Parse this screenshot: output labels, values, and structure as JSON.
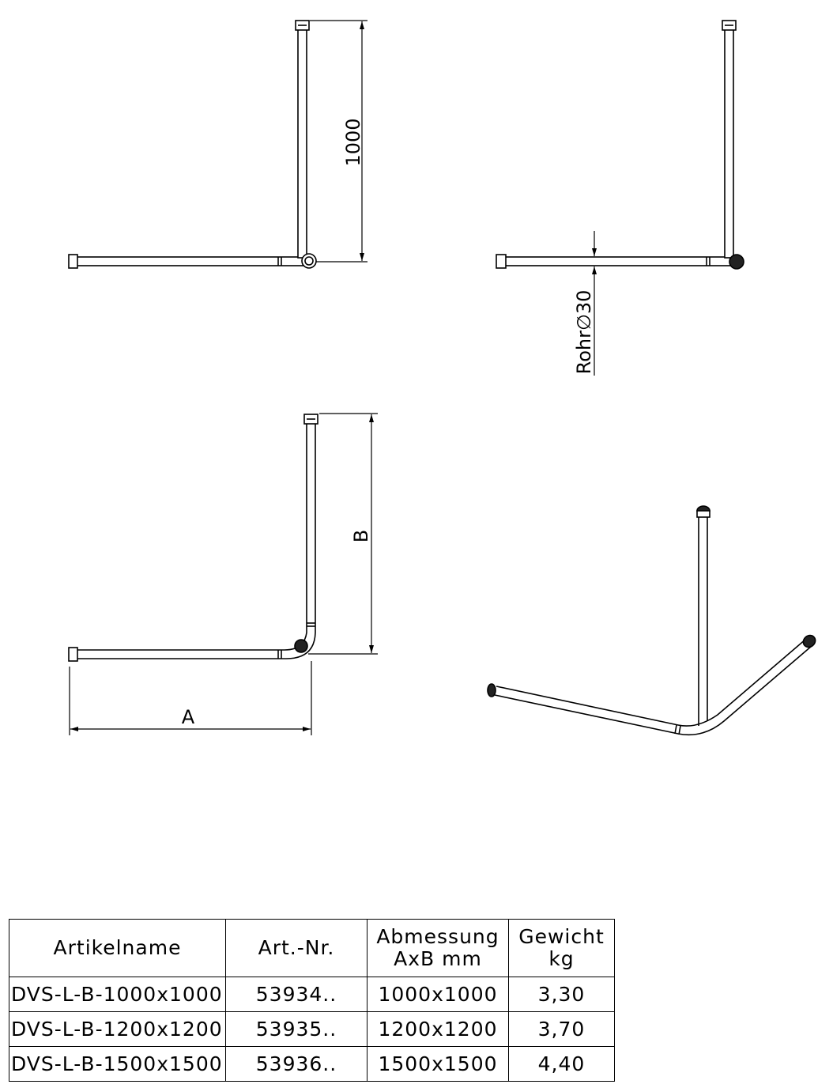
{
  "dimensions": {
    "height_top": "1000",
    "pipe": "Rohr∅30",
    "label_a": "A",
    "label_b": "B"
  },
  "table": {
    "headers": [
      "Artikelname",
      "Art.-Nr.",
      "Abmessung\nAxB  mm",
      "Gewicht\nkg"
    ],
    "rows": [
      [
        "DVS-L-B-1000x1000",
        "53934..",
        "1000x1000",
        "3,30"
      ],
      [
        "DVS-L-B-1200x1200",
        "53935..",
        "1200x1200",
        "3,70"
      ],
      [
        "DVS-L-B-1500x1500",
        "53936..",
        "1500x1500",
        "4,40"
      ]
    ]
  }
}
